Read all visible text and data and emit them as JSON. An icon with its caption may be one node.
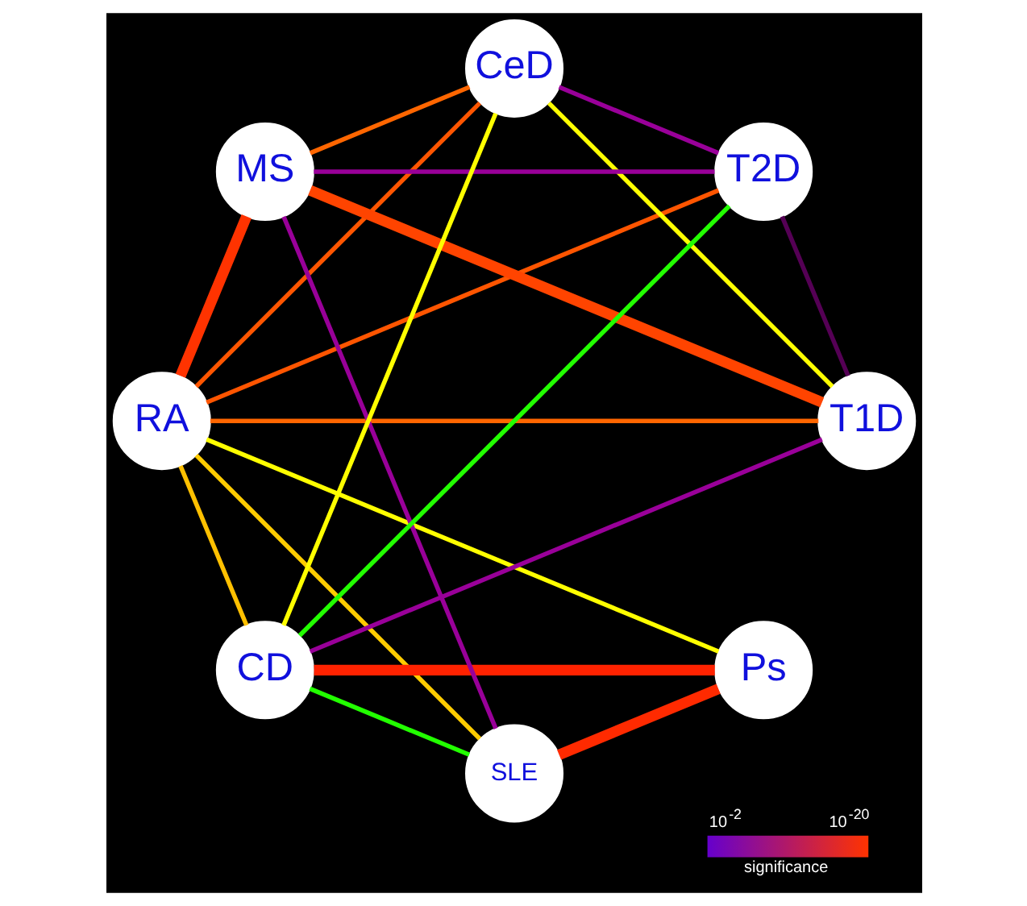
{
  "diagram": {
    "nodes": [
      {
        "text": [
          "RA"
        ]
      },
      {
        "text": [
          "Ps"
        ]
      },
      {
        "text": [
          "SLE"
        ]
      },
      {
        "text": [
          "T1D"
        ]
      },
      {
        "text": [
          "MS"
        ]
      },
      {
        "text": [
          "T2D"
        ]
      },
      {
        "text": [
          "CeD"
        ]
      },
      {
        "text": [
          "CD"
        ]
      }
    ],
    "edges": [
      {
        "from": 0,
        "to": 1,
        "arrow": "none",
        "color": "#ffff00"
      },
      {
        "from": 0,
        "to": 2,
        "arrow": "none",
        "color": "#ffcc00"
      },
      {
        "from": 0,
        "to": 4,
        "arrow": "none",
        "color": "#ff3300",
        "style": "thick"
      },
      {
        "from": 0,
        "to": 3,
        "arrow": "none",
        "color": "#ff6600"
      },
      {
        "from": 0,
        "to": 5,
        "arrow": "none",
        "color": "#ff5500"
      },
      {
        "from": 0,
        "to": 7,
        "arrow": "none",
        "color": "#ffc000"
      },
      {
        "from": 0,
        "to": 6,
        "arrow": "none",
        "color": "#ff5500"
      },
      {
        "from": 1,
        "to": 2,
        "arrow": "none",
        "color": "#ff2a00",
        "style": "thick"
      },
      {
        "from": 1,
        "to": 7,
        "arrow": "none",
        "color": "#ff2200",
        "style": "thick"
      },
      {
        "from": 2,
        "to": 4,
        "arrow": "none",
        "color": "#990099"
      },
      {
        "from": 2,
        "to": 7,
        "arrow": "none",
        "color": "#22ff00"
      },
      {
        "from": 3,
        "to": 4,
        "arrow": "none",
        "color": "#ff4400",
        "style": "thick"
      },
      {
        "from": 3,
        "to": 6,
        "arrow": "none",
        "color": "#ffff00"
      },
      {
        "from": 3,
        "to": 5,
        "arrow": "none",
        "color": "#550055"
      },
      {
        "from": 3,
        "to": 7,
        "arrow": "none",
        "color": "#990099"
      },
      {
        "from": 4,
        "to": 6,
        "arrow": "none",
        "color": "#ff6600"
      },
      {
        "from": 4,
        "to": 5,
        "arrow": "none",
        "color": "#990099"
      },
      {
        "from": 5,
        "to": 6,
        "arrow": "none",
        "color": "#990099"
      },
      {
        "from": 5,
        "to": 7,
        "arrow": "none",
        "color": "#22ff00"
      },
      {
        "from": 7,
        "to": 6,
        "arrow": "none",
        "color": "#ffff00"
      }
    ],
    "labels": [
      "10$^{-2}$",
      "10$^{-20}$",
      "significance"
    ]
  }
}
